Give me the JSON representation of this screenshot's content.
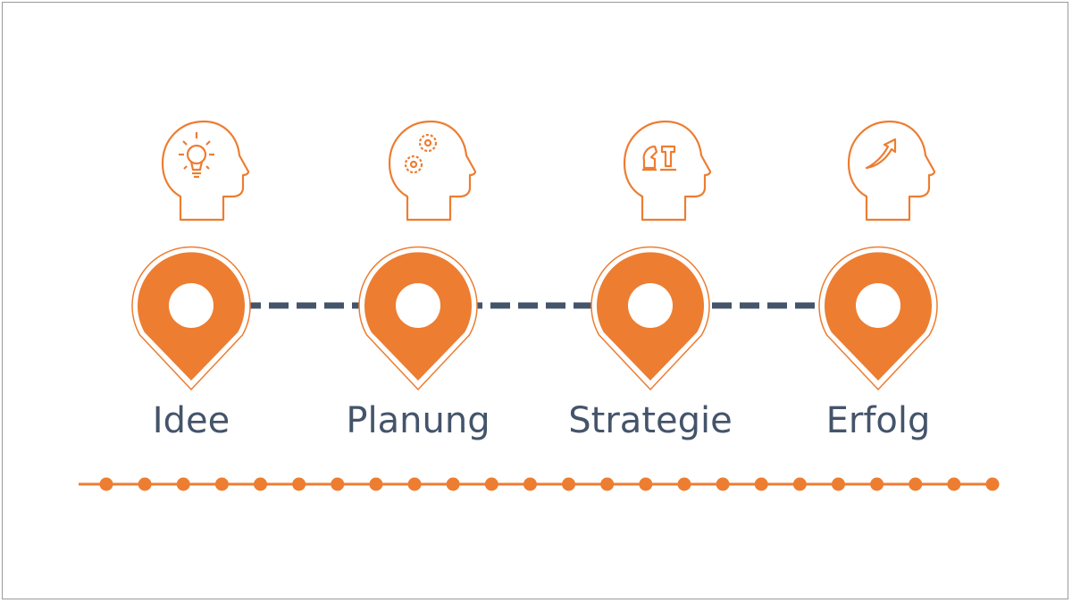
{
  "steps": [
    {
      "label": "Idee",
      "icon": "head-lightbulb-icon"
    },
    {
      "label": "Planung",
      "icon": "head-gears-icon"
    },
    {
      "label": "Strategie",
      "icon": "head-chess-icon"
    },
    {
      "label": "Erfolg",
      "icon": "head-arrow-up-icon"
    }
  ],
  "colors": {
    "accent": "#ED7D31",
    "connector": "#44546A",
    "text": "#44546A"
  },
  "timeline_dot_count": 24
}
